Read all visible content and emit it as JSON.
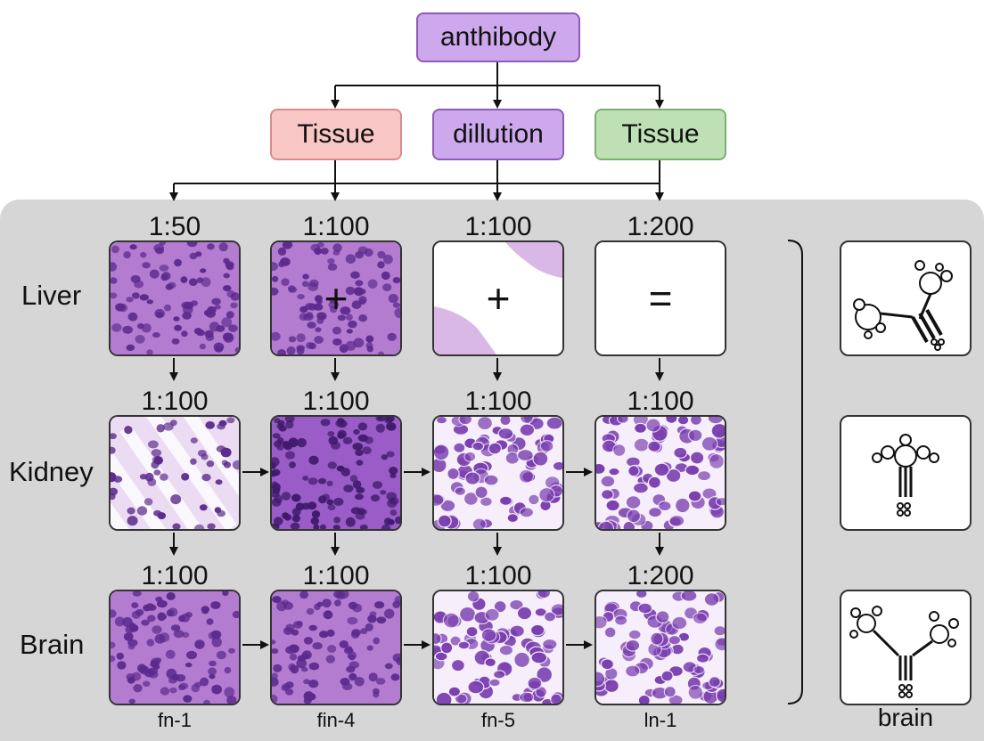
{
  "header": {
    "root_label": "anthibody",
    "branches": [
      {
        "label": "Tissue",
        "fill": "#f9c6c6",
        "border": "#d98c8c"
      },
      {
        "label": "dillution",
        "fill": "#cda8ec",
        "border": "#8e5bb5"
      },
      {
        "label": "Tissue",
        "fill": "#bfe0b5",
        "border": "#7fae73"
      }
    ],
    "root_fill": "#cda8ec",
    "root_border": "#8e5bb5"
  },
  "rows": [
    {
      "label": "Liver",
      "dilutions": [
        "1:50",
        "1:100",
        "1:100",
        "1:200"
      ],
      "symbols": [
        "",
        "+",
        "+",
        "="
      ]
    },
    {
      "label": "Kidney",
      "dilutions": [
        "1:100",
        "1:100",
        "1:100",
        "1:100"
      ],
      "symbols": [
        "",
        "",
        "",
        ""
      ]
    },
    {
      "label": "Brain",
      "dilutions": [
        "1:100",
        "1:100",
        "1:100",
        "1:200"
      ],
      "symbols": [
        "",
        "",
        "",
        ""
      ]
    }
  ],
  "column_footers": [
    "fn-1",
    "fin-4",
    "fn-5",
    "ln-1"
  ],
  "side_label": "brain",
  "colors": {
    "panel_bg": "#d6d6d6",
    "stain_light": "#d9b8e6",
    "stain_mid": "#b37cd1",
    "nucleus": "#5b2a8c",
    "nucleus_dark": "#3f1a6b"
  }
}
